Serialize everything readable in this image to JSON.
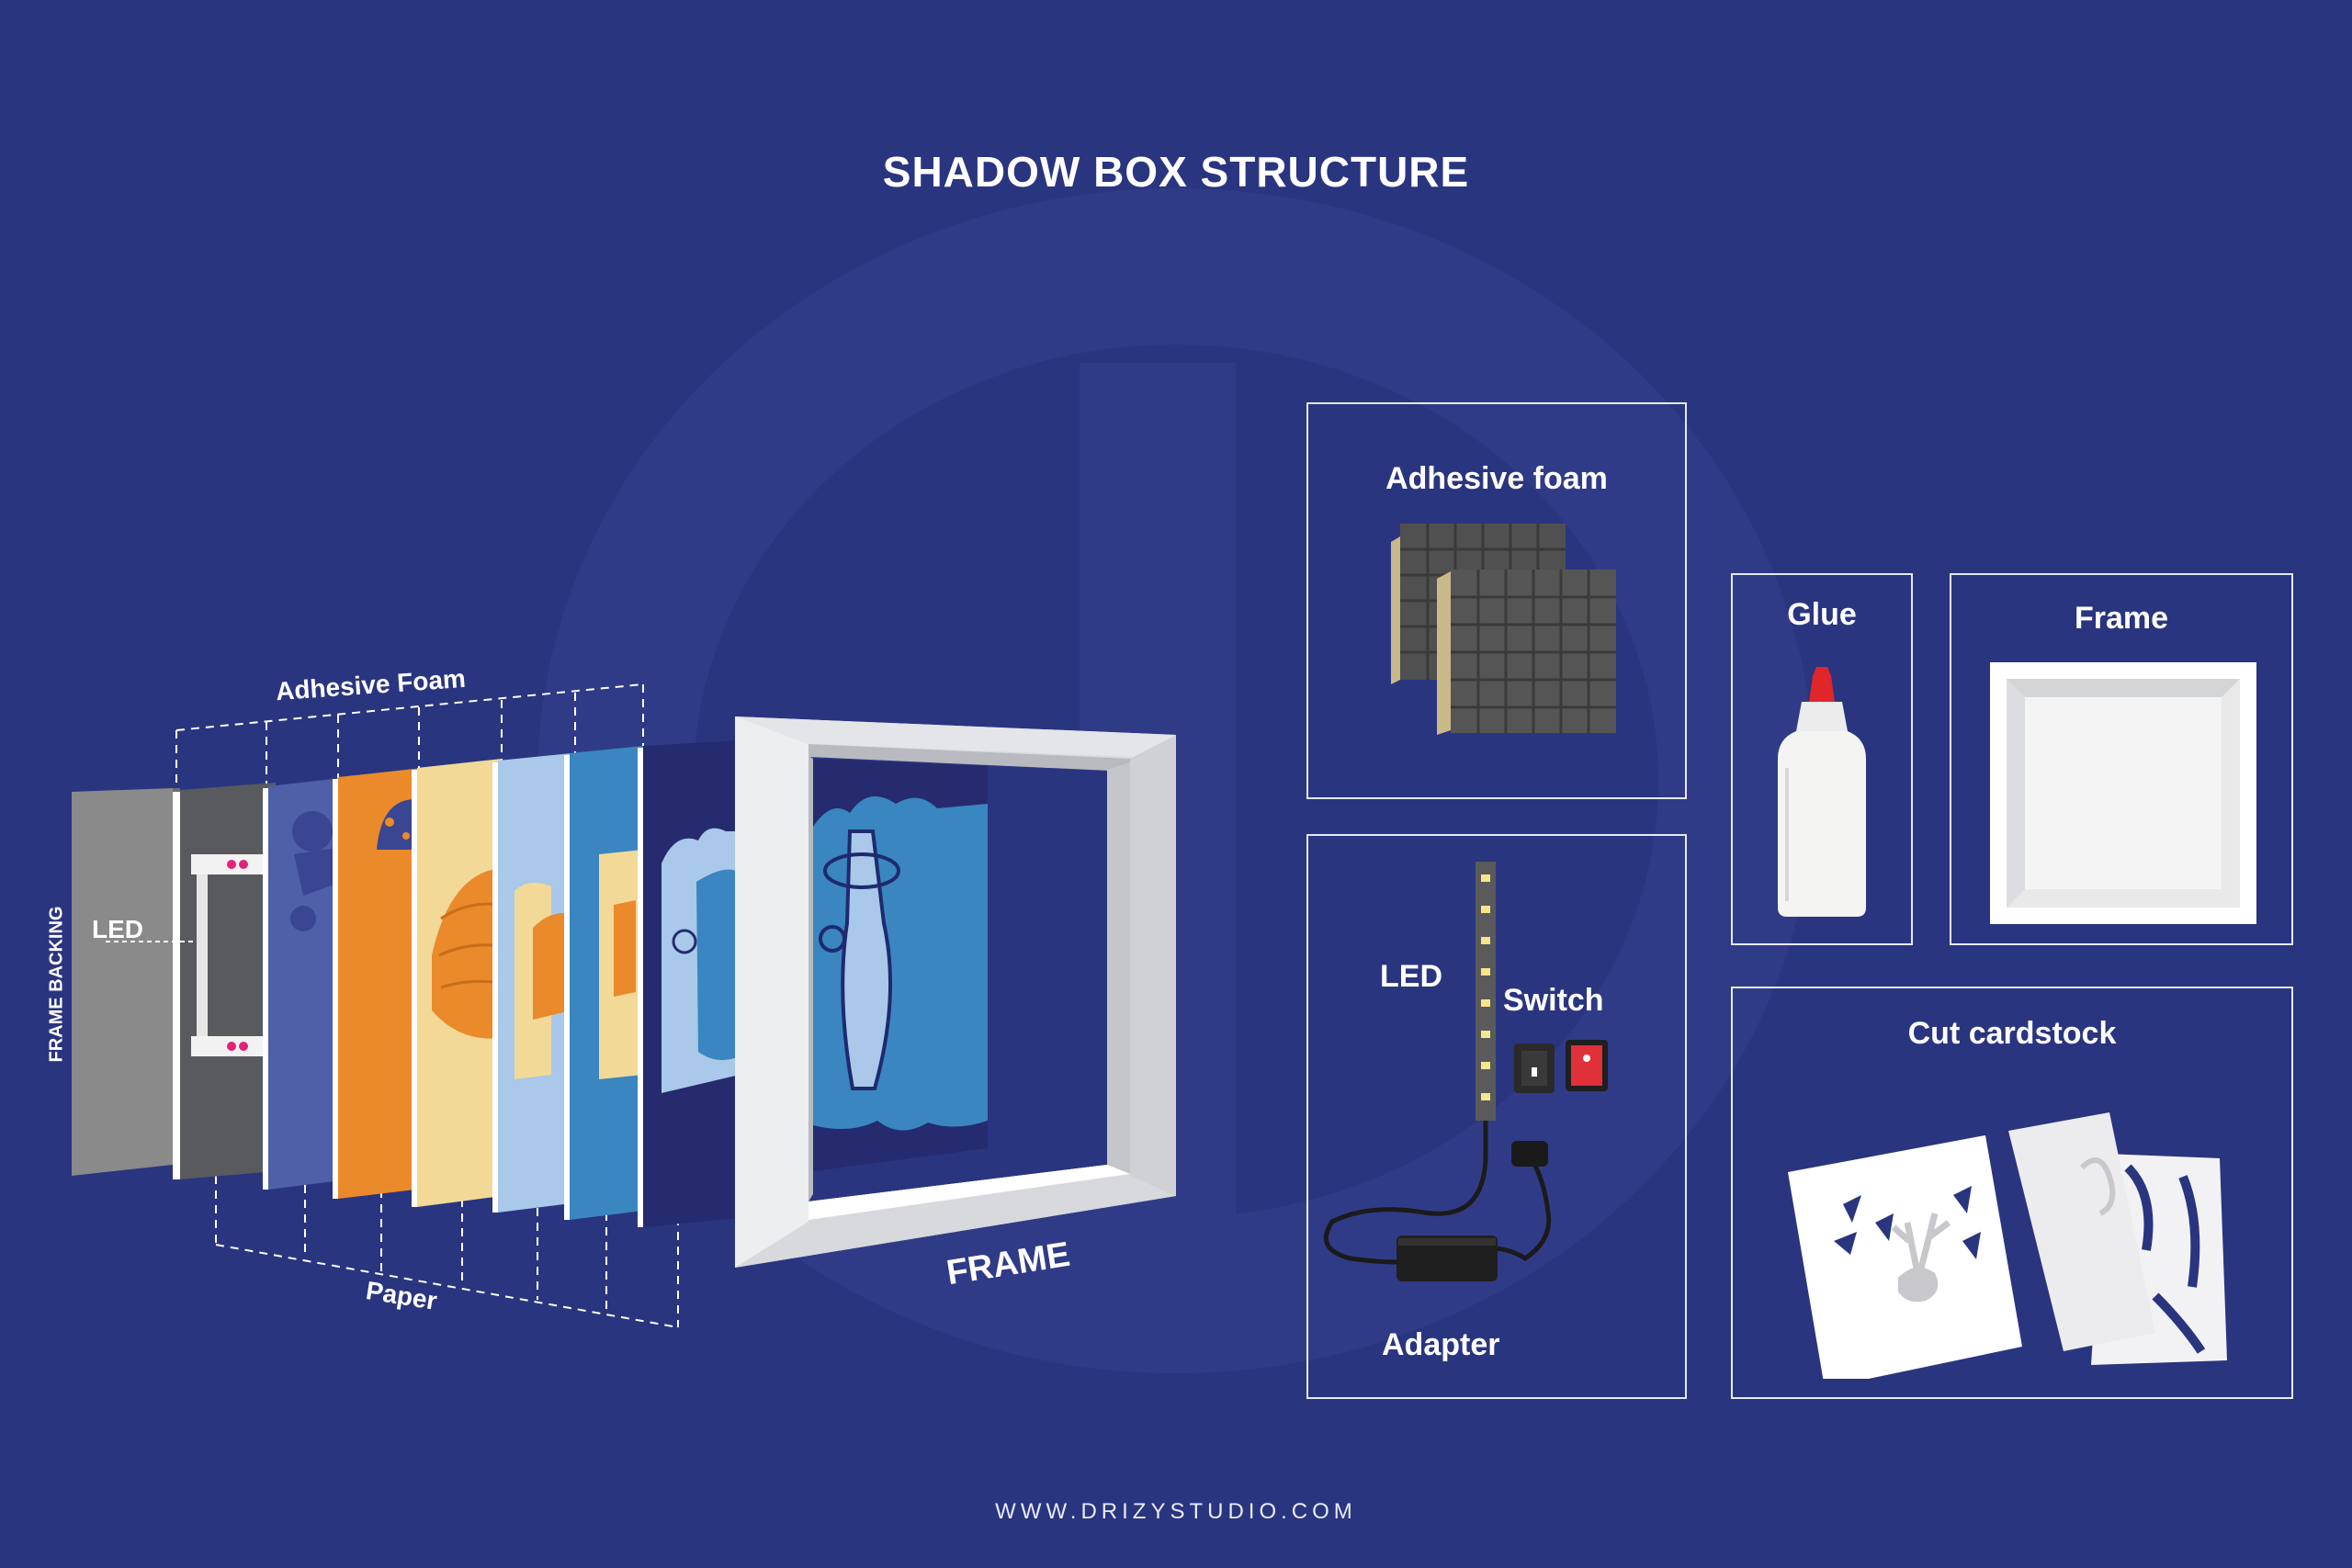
{
  "header": {
    "title": "SHADOW BOX STRUCTURE"
  },
  "footer": {
    "url": "WWW.DRIZYSTUDIO.COM"
  },
  "diagram": {
    "frame_backing_label": "FRAME BACKING",
    "led_label": "LED",
    "adhesive_foam_label": "Adhesive Foam",
    "paper_label": "Paper",
    "frame_label": "FRAME"
  },
  "components": {
    "adhesive_foam": "Adhesive foam",
    "glue": "Glue",
    "frame": "Frame",
    "led": "LED",
    "switch": "Switch",
    "adapter": "Adapter",
    "cut_cardstock": "Cut cardstock"
  },
  "colors": {
    "background": "#2a3580",
    "panel_border": "#e6e9f6",
    "layers": [
      "#8a8a8a",
      "#585a5e",
      "#4f5fa8",
      "#ea8a2a",
      "#f2d997",
      "#a9c8ea",
      "#3a86c0",
      "#252b6e"
    ]
  }
}
